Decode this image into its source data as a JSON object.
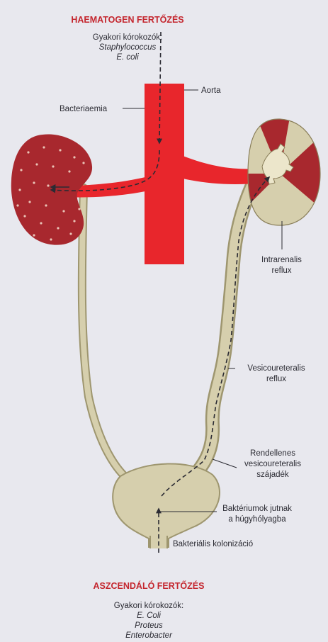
{
  "top": {
    "heading": "HAEMATOGEN FERTŐZÉS",
    "organisms_label": "Gyakori kórokozók:",
    "organisms": [
      "Staphylococcus",
      "E. coli"
    ]
  },
  "labels": {
    "aorta": "Aorta",
    "bacteriaemia": "Bacteriaemia",
    "intrarenalis": [
      "Intrarenalis",
      "reflux"
    ],
    "vesicoureteralis": [
      "Vesicoureteralis",
      "reflux"
    ],
    "rendellenes": [
      "Rendellenes",
      "vesicoureteralis",
      "szájadék"
    ],
    "bakteriumok": [
      "Baktériumok jutnak",
      "a húgyhólyagba"
    ],
    "kolonizacio": "Bakteriális kolonizáció"
  },
  "bottom": {
    "heading": "ASZCENDÁLÓ FERTŐZÉS",
    "organisms_label": "Gyakori kórokozók:",
    "organisms": [
      "E. Coli",
      "Proteus",
      "Enterobacter"
    ]
  },
  "colors": {
    "background": "#e8e8ee",
    "aorta": "#e8262c",
    "kidney_infected": "#a8282e",
    "tissue_beige": "#d6cfad",
    "heading_red": "#c4262e"
  }
}
